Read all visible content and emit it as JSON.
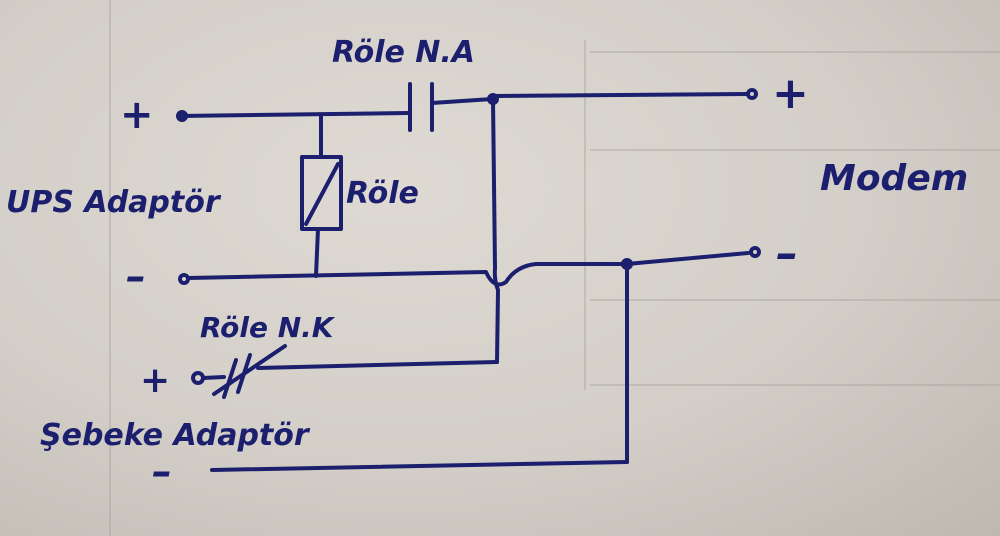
{
  "labels": {
    "relay_no": "Röle N.A",
    "relay": "Röle",
    "relay_nc": "Röle N.K",
    "ups": "UPS Adaptör",
    "grid": "Şebeke Adaptör",
    "modem": "Modem",
    "plus": "+",
    "minus": "–"
  },
  "colors": {
    "ink": "#1b1f6e",
    "paper": "#d6d2cb"
  }
}
